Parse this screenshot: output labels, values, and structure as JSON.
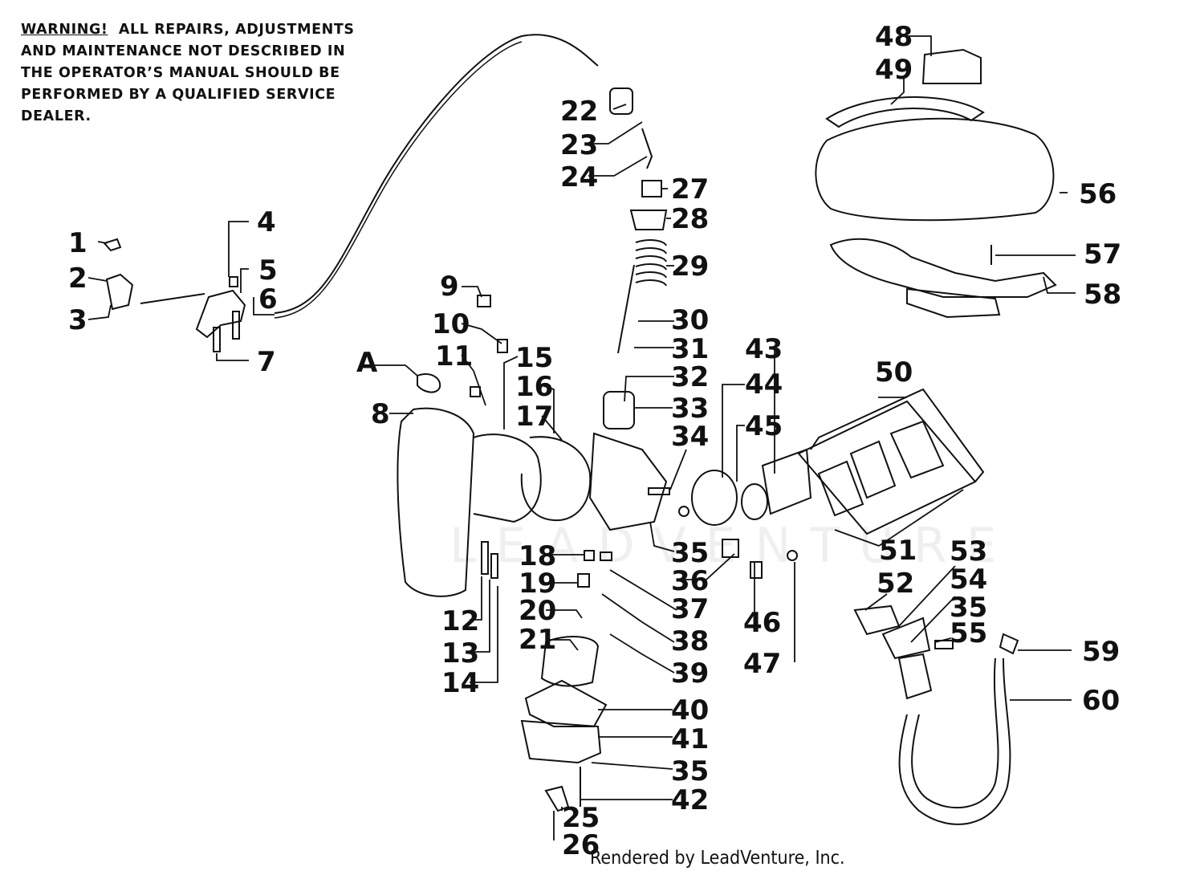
{
  "warning": {
    "lead": "WARNING!",
    "lines": [
      "ALL REPAIRS, ADJUSTMENTS",
      "AND MAINTENANCE NOT DESCRIBED IN",
      "THE OPERATOR’S MANUAL SHOULD BE",
      "PERFORMED BY A QUALIFIED SERVICE",
      "DEALER."
    ]
  },
  "footer": "Rendered by LeadVenture, Inc.",
  "watermark": "LEADVENTURE",
  "callouts": [
    "1",
    "2",
    "3",
    "4",
    "5",
    "6",
    "7",
    "8",
    "9",
    "10",
    "11",
    "12",
    "13",
    "14",
    "15",
    "16",
    "17",
    "18",
    "19",
    "20",
    "21",
    "22",
    "23",
    "24",
    "25",
    "26",
    "27",
    "28",
    "29",
    "30",
    "31",
    "32",
    "33",
    "34",
    "35",
    "35",
    "35",
    "35",
    "36",
    "37",
    "38",
    "39",
    "40",
    "41",
    "42",
    "43",
    "44",
    "45",
    "46",
    "47",
    "48",
    "49",
    "50",
    "51",
    "52",
    "53",
    "54",
    "55",
    "56",
    "57",
    "58",
    "59",
    "60",
    "A"
  ],
  "colors": {
    "ink": "#111111",
    "paper": "#ffffff"
  }
}
